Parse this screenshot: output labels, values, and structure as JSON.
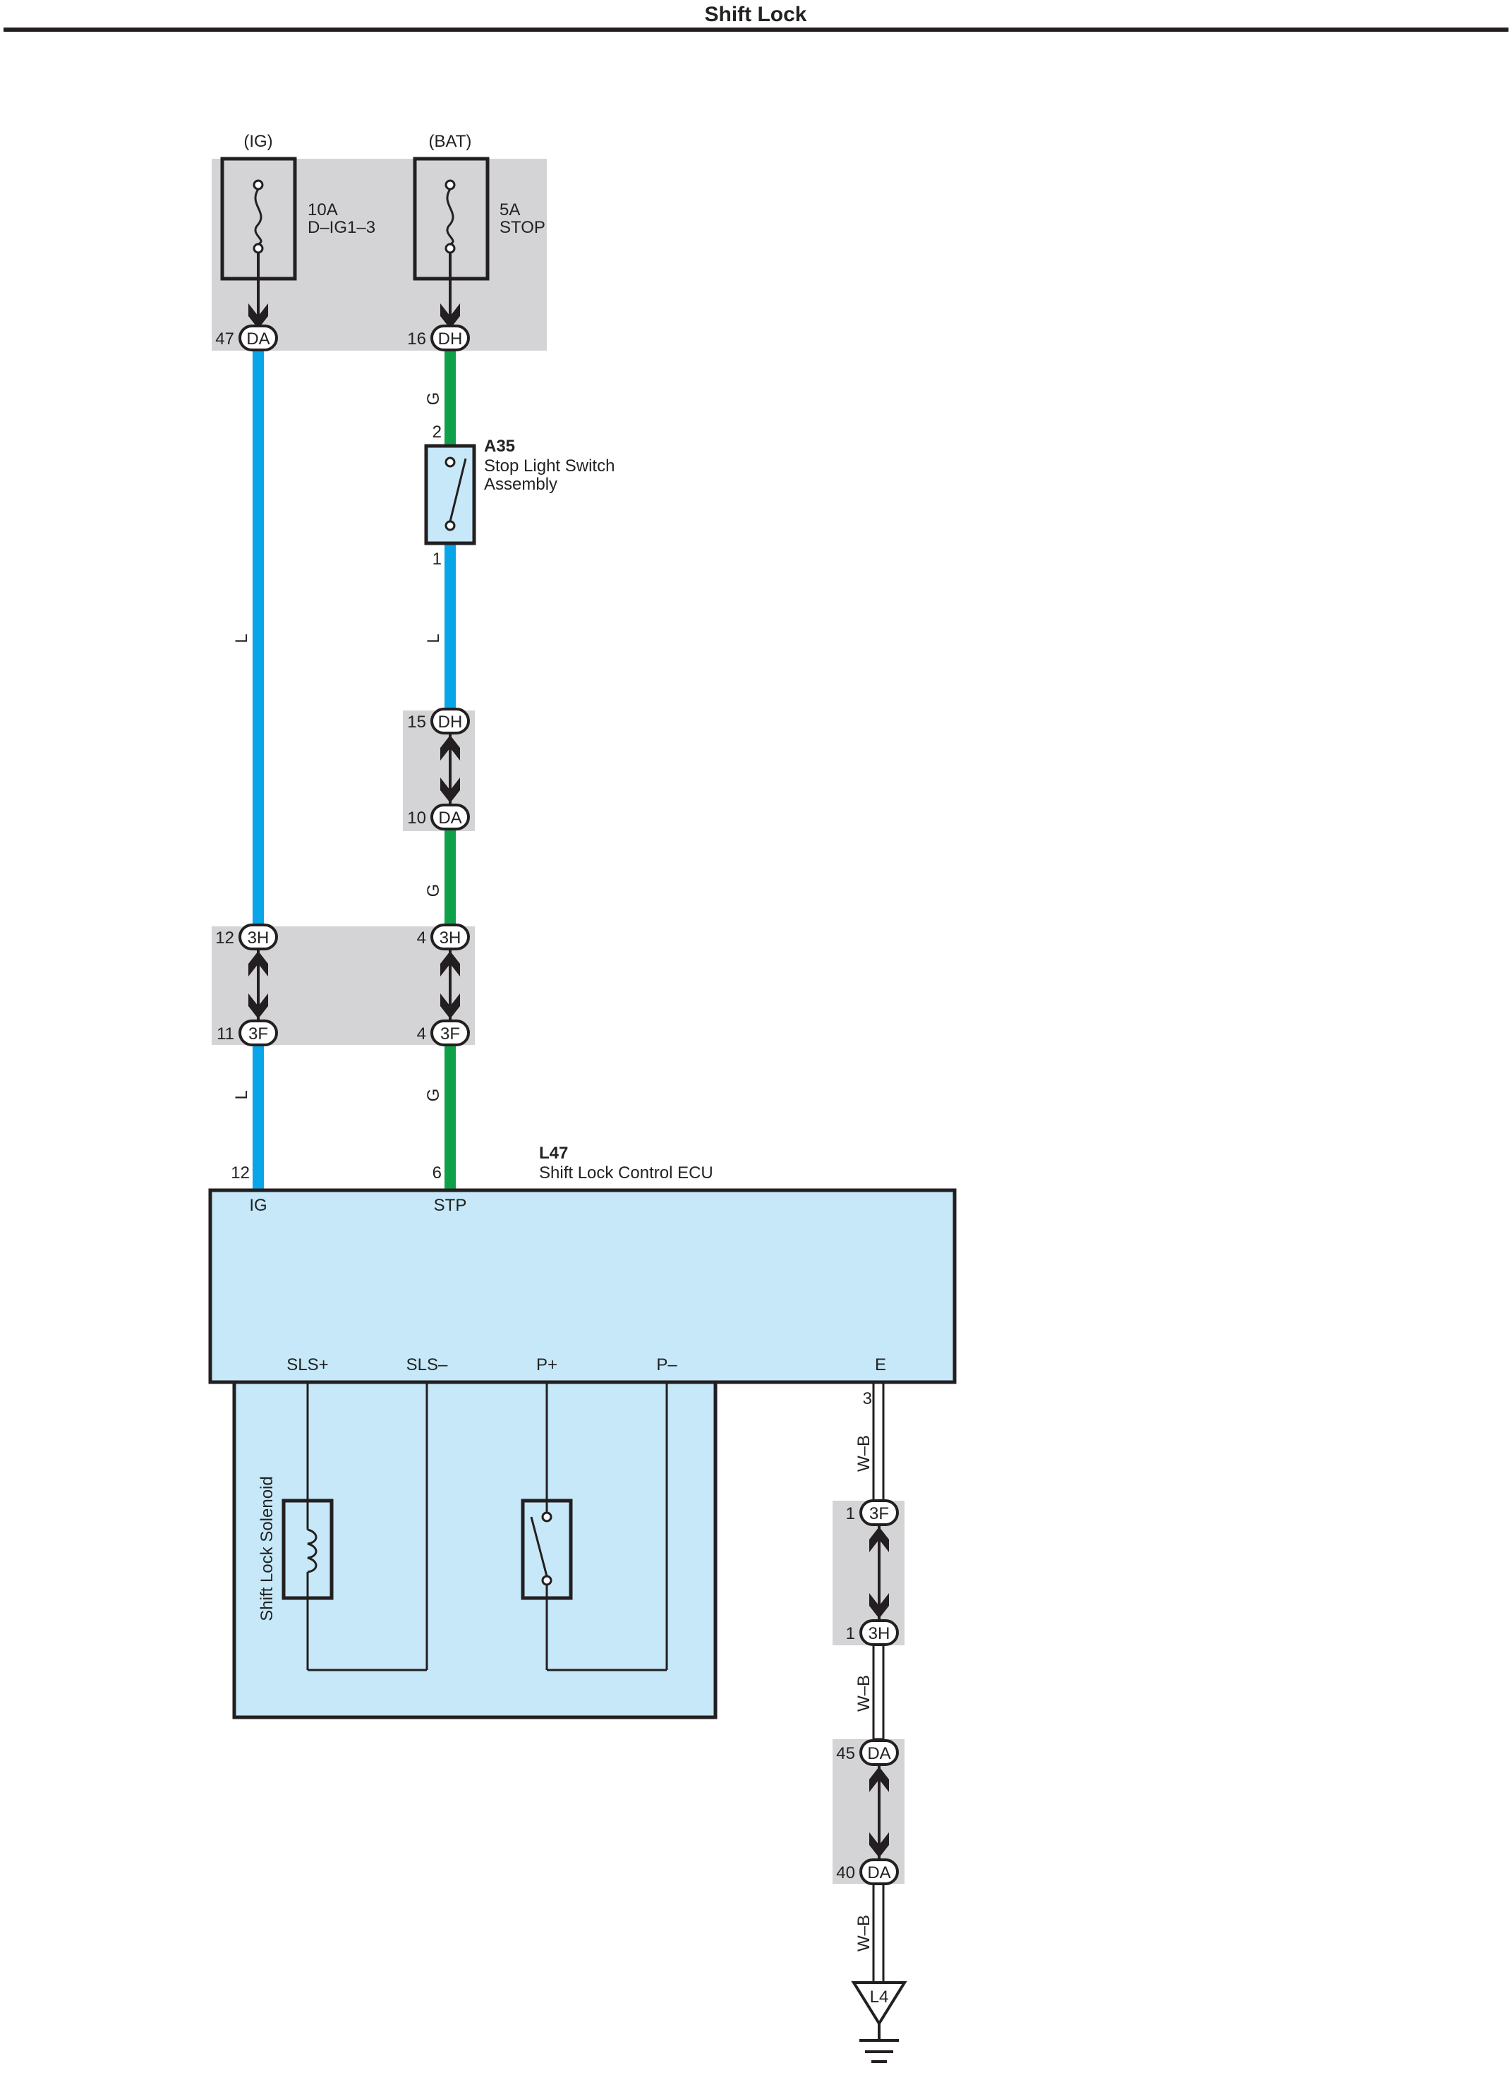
{
  "title": "Shift Lock",
  "colors": {
    "wire_L": "#08a6e8",
    "wire_G": "#10a04a",
    "wire_WB": "#ffffff",
    "panel_gray": "#d4d4d6",
    "component_fill": "#c6e8f8",
    "outline": "#231f20"
  },
  "power": {
    "ig_label": "(IG)",
    "bat_label": "(BAT)",
    "fuse1_rating": "10A",
    "fuse1_name": "D–IG1–3",
    "fuse2_rating": "5A",
    "fuse2_name": "STOP"
  },
  "connectors": {
    "c_47_da": {
      "pin": "47",
      "code": "DA"
    },
    "c_16_dh": {
      "pin": "16",
      "code": "DH"
    },
    "c_15_dh": {
      "pin": "15",
      "code": "DH"
    },
    "c_10_da": {
      "pin": "10",
      "code": "DA"
    },
    "c_12_3h": {
      "pin": "12",
      "code": "3H"
    },
    "c_4_3h": {
      "pin": "4",
      "code": "3H"
    },
    "c_11_3f": {
      "pin": "11",
      "code": "3F"
    },
    "c_4_3f": {
      "pin": "4",
      "code": "3F"
    },
    "c_1_3f": {
      "pin": "1",
      "code": "3F"
    },
    "c_1_3h": {
      "pin": "1",
      "code": "3H"
    },
    "c_45_da": {
      "pin": "45",
      "code": "DA"
    },
    "c_40_da": {
      "pin": "40",
      "code": "DA"
    }
  },
  "wire_colors": {
    "left_1": "L",
    "left_2": "L",
    "right_1": "G",
    "right_2": "L",
    "right_3": "G",
    "right_4": "G",
    "ground_1": "W–B",
    "ground_2": "W–B",
    "ground_3": "W–B"
  },
  "stop_switch": {
    "code": "A35",
    "name_line1": "Stop Light Switch",
    "name_line2": "Assembly",
    "pin_top": "2",
    "pin_bottom": "1"
  },
  "ecu": {
    "code": "L47",
    "name": "Shift Lock Control ECU",
    "pin_ig_num": "12",
    "pin_stp_num": "6",
    "pin_e_num": "3",
    "terminals": {
      "ig": "IG",
      "stp": "STP",
      "sls_plus": "SLS+",
      "sls_minus": "SLS–",
      "p_plus": "P+",
      "p_minus": "P–",
      "e": "E"
    }
  },
  "solenoid_label": "Shift Lock Solenoid",
  "ground_label": "L4"
}
